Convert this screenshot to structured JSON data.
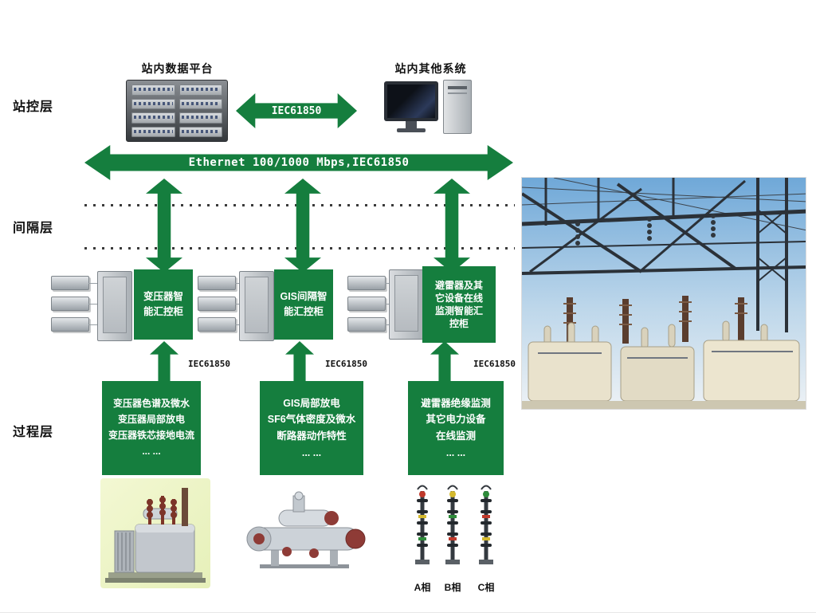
{
  "colors": {
    "accent_green": "#157e3e",
    "photo_sky": "#6fa8d8"
  },
  "layers": [
    {
      "label": "站控层"
    },
    {
      "label": "间隔层"
    },
    {
      "label": "过程层"
    }
  ],
  "station_layer": {
    "data_platform_label": "站内数据平台",
    "other_systems_label": "站内其他系统",
    "link_label": "IEC61850"
  },
  "bus": {
    "label": "Ethernet 100/1000 Mbps,IEC61850"
  },
  "cabinets": [
    {
      "lines": [
        "变压器智",
        "能汇控柜"
      ]
    },
    {
      "lines": [
        "GIS间隔智",
        "能汇控柜"
      ]
    },
    {
      "lines": [
        "避雷器及其",
        "它设备在线",
        "监测智能汇",
        "控柜"
      ]
    }
  ],
  "iec_labels": [
    "IEC61850",
    "IEC61850",
    "IEC61850"
  ],
  "process_boxes": [
    {
      "lines": [
        "变压器色谱及微水",
        "变压器局部放电",
        "变压器铁芯接地电流",
        "... ..."
      ]
    },
    {
      "lines": [
        "GIS局部放电",
        "SF6气体密度及微水",
        "断路器动作特性",
        "... ..."
      ]
    },
    {
      "lines": [
        "避雷器绝缘监测",
        "其它电力设备",
        "在线监测",
        "... ..."
      ]
    }
  ],
  "phases": [
    "A相",
    "B相",
    "C相"
  ],
  "icons": {
    "server_rack": "server-rack-image",
    "computer": "desktop-computer-image",
    "device_box": "monitoring-device-image",
    "cabinet": "control-cabinet-image",
    "transformer": "transformer-image",
    "gis": "gis-equipment-image",
    "arresters": "arrester-image",
    "photo": "substation-photo"
  }
}
